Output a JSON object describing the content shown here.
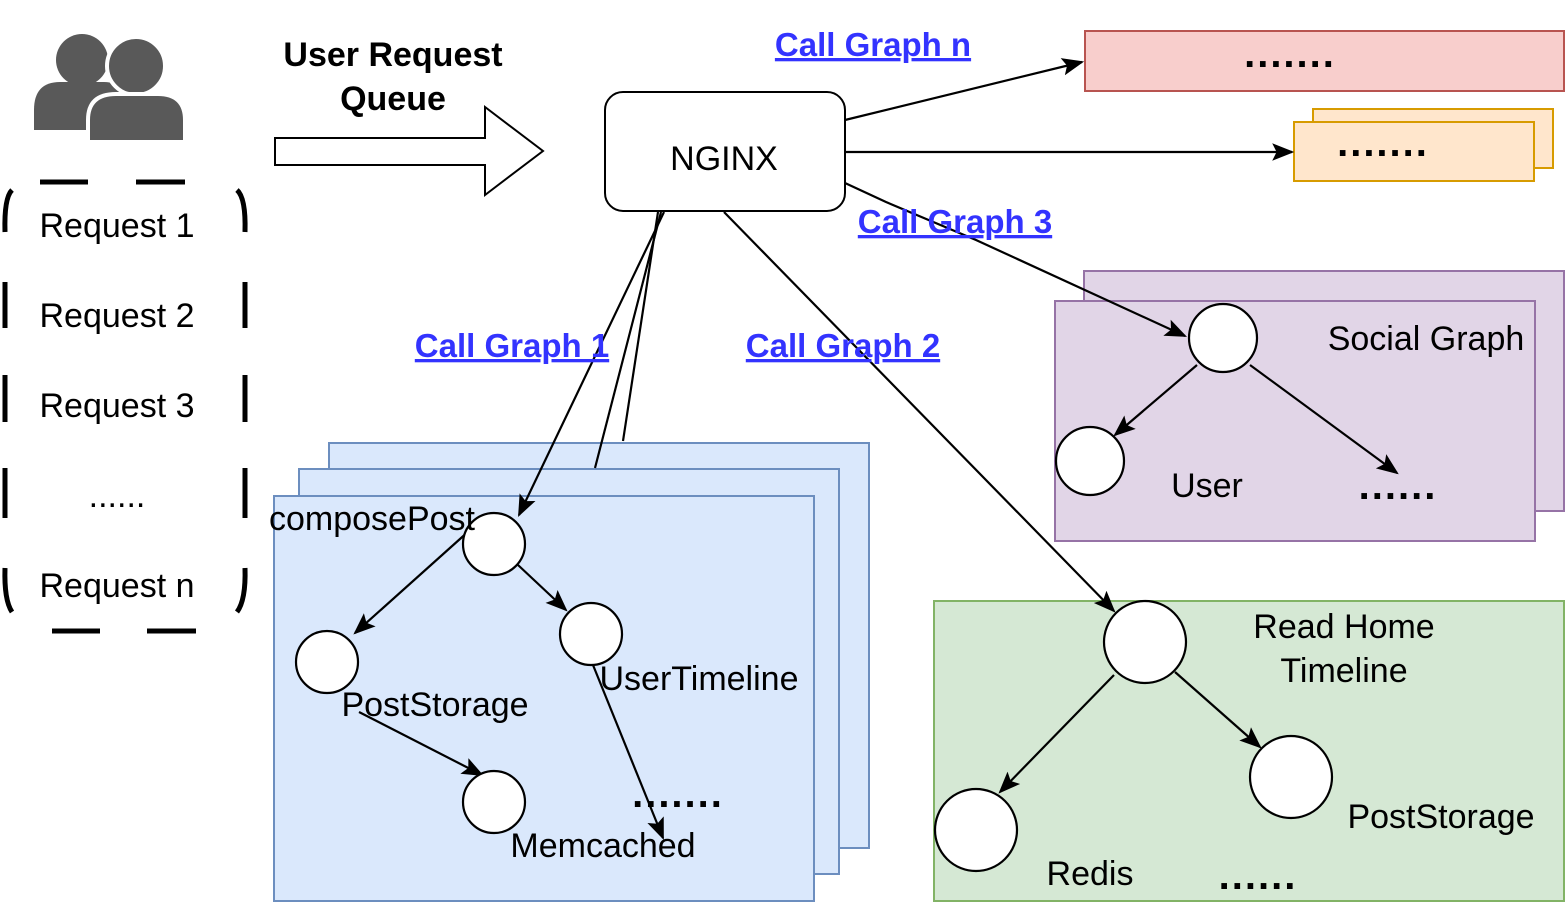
{
  "queue": {
    "title_line1": "User Request",
    "title_line2": "Queue",
    "requests": [
      "Request 1",
      "Request 2",
      "Request 3",
      "......",
      "Request n"
    ]
  },
  "gateway": {
    "label": "NGINX"
  },
  "call_graphs": {
    "cg1": "Call Graph 1",
    "cg2": "Call Graph 2",
    "cg3": "Call Graph 3",
    "cgn": "Call Graph n"
  },
  "graph_compose": {
    "root": "composePost",
    "n1": "PostStorage",
    "n2": "UserTimeline",
    "n3": "Memcached",
    "more": "......."
  },
  "graph_social": {
    "title": "Social Graph",
    "n1": "User",
    "more": "......"
  },
  "graph_home": {
    "title_line1": "Read Home",
    "title_line2": "Timeline",
    "n1": "Redis",
    "n2": "PostStorage",
    "more": "......"
  },
  "graph_n": {
    "more": "......."
  },
  "graph_other": {
    "more": "......."
  },
  "colors": {
    "link": "#3333ff",
    "compose_fill": "#dae8fc",
    "compose_stroke": "#6c8ebf",
    "social_fill": "#e1d5e7",
    "social_stroke": "#9673a6",
    "home_fill": "#d5e8d4",
    "home_stroke": "#82b366",
    "n_fill": "#f8cecc",
    "n_stroke": "#b85450",
    "other_fill": "#ffe6cc",
    "other_stroke": "#d79b00",
    "icon": "#595959"
  }
}
